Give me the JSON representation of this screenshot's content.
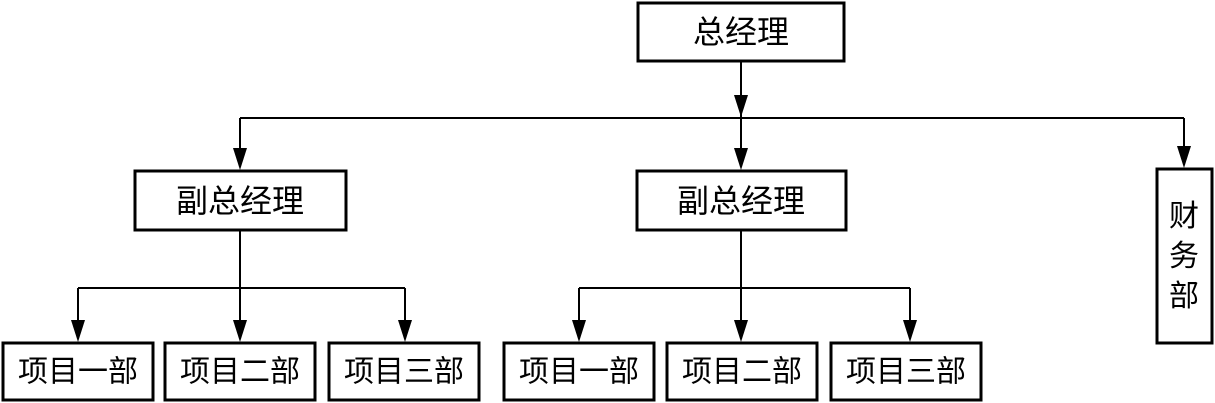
{
  "org_chart": {
    "top": {
      "label": "总经理"
    },
    "deputies": [
      {
        "label": "副总经理",
        "departments": [
          {
            "label": "项目一部"
          },
          {
            "label": "项目二部"
          },
          {
            "label": "项目三部"
          }
        ]
      },
      {
        "label": "副总经理",
        "departments": [
          {
            "label": "项目一部"
          },
          {
            "label": "项目二部"
          },
          {
            "label": "项目三部"
          }
        ]
      }
    ],
    "finance": {
      "label": "财务部"
    }
  }
}
